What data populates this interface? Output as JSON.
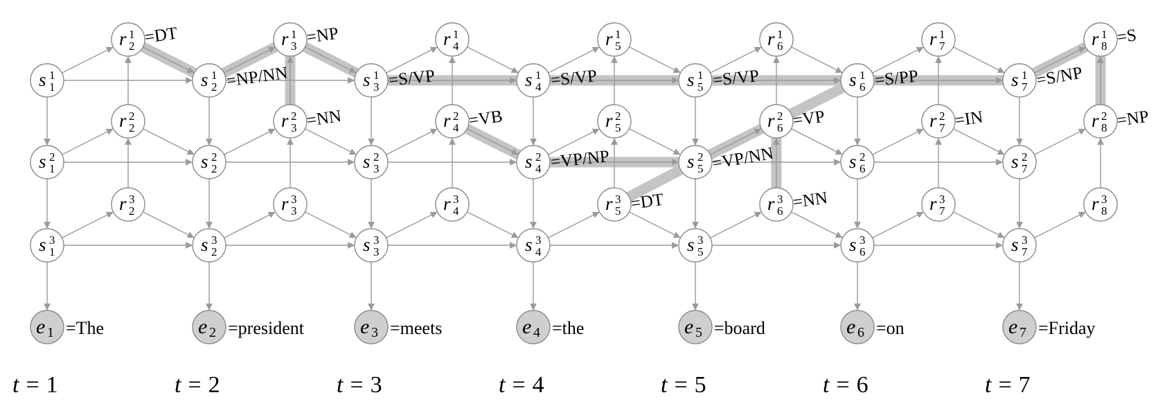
{
  "time_steps": [
    {
      "var": "t",
      "eq": "=",
      "value": "1"
    },
    {
      "var": "t",
      "eq": "=",
      "value": "2"
    },
    {
      "var": "t",
      "eq": "=",
      "value": "3"
    },
    {
      "var": "t",
      "eq": "=",
      "value": "4"
    },
    {
      "var": "t",
      "eq": "=",
      "value": "5"
    },
    {
      "var": "t",
      "eq": "=",
      "value": "6"
    },
    {
      "var": "t",
      "eq": "=",
      "value": "7"
    }
  ],
  "observations": [
    {
      "letter": "e",
      "sub": "1",
      "word": "=The"
    },
    {
      "letter": "e",
      "sub": "2",
      "word": "=president"
    },
    {
      "letter": "e",
      "sub": "3",
      "word": "=meets"
    },
    {
      "letter": "e",
      "sub": "4",
      "word": "=the"
    },
    {
      "letter": "e",
      "sub": "5",
      "word": "=board"
    },
    {
      "letter": "e",
      "sub": "6",
      "word": "=on"
    },
    {
      "letter": "e",
      "sub": "7",
      "word": "=Friday"
    }
  ],
  "state_nodes": [
    {
      "letter": "s",
      "sub": "1",
      "sup": "1"
    },
    {
      "letter": "s",
      "sub": "1",
      "sup": "2"
    },
    {
      "letter": "s",
      "sub": "1",
      "sup": "3"
    },
    {
      "letter": "s",
      "sub": "2",
      "sup": "1"
    },
    {
      "letter": "s",
      "sub": "2",
      "sup": "2"
    },
    {
      "letter": "s",
      "sub": "2",
      "sup": "3"
    },
    {
      "letter": "s",
      "sub": "3",
      "sup": "1"
    },
    {
      "letter": "s",
      "sub": "3",
      "sup": "2"
    },
    {
      "letter": "s",
      "sub": "3",
      "sup": "3"
    },
    {
      "letter": "s",
      "sub": "4",
      "sup": "1"
    },
    {
      "letter": "s",
      "sub": "4",
      "sup": "2"
    },
    {
      "letter": "s",
      "sub": "4",
      "sup": "3"
    },
    {
      "letter": "s",
      "sub": "5",
      "sup": "1"
    },
    {
      "letter": "s",
      "sub": "5",
      "sup": "2"
    },
    {
      "letter": "s",
      "sub": "5",
      "sup": "3"
    },
    {
      "letter": "s",
      "sub": "6",
      "sup": "1"
    },
    {
      "letter": "s",
      "sub": "6",
      "sup": "2"
    },
    {
      "letter": "s",
      "sub": "6",
      "sup": "3"
    },
    {
      "letter": "s",
      "sub": "7",
      "sup": "1"
    },
    {
      "letter": "s",
      "sub": "7",
      "sup": "2"
    },
    {
      "letter": "s",
      "sub": "7",
      "sup": "3"
    }
  ],
  "reduce_nodes": [
    {
      "letter": "r",
      "sub": "2",
      "sup": "1"
    },
    {
      "letter": "r",
      "sub": "2",
      "sup": "2"
    },
    {
      "letter": "r",
      "sub": "2",
      "sup": "3"
    },
    {
      "letter": "r",
      "sub": "3",
      "sup": "1"
    },
    {
      "letter": "r",
      "sub": "3",
      "sup": "2"
    },
    {
      "letter": "r",
      "sub": "3",
      "sup": "3"
    },
    {
      "letter": "r",
      "sub": "4",
      "sup": "1"
    },
    {
      "letter": "r",
      "sub": "4",
      "sup": "2"
    },
    {
      "letter": "r",
      "sub": "4",
      "sup": "3"
    },
    {
      "letter": "r",
      "sub": "5",
      "sup": "1"
    },
    {
      "letter": "r",
      "sub": "5",
      "sup": "2"
    },
    {
      "letter": "r",
      "sub": "5",
      "sup": "3"
    },
    {
      "letter": "r",
      "sub": "6",
      "sup": "1"
    },
    {
      "letter": "r",
      "sub": "6",
      "sup": "2"
    },
    {
      "letter": "r",
      "sub": "6",
      "sup": "3"
    },
    {
      "letter": "r",
      "sub": "7",
      "sup": "1"
    },
    {
      "letter": "r",
      "sub": "7",
      "sup": "2"
    },
    {
      "letter": "r",
      "sub": "7",
      "sup": "3"
    },
    {
      "letter": "r",
      "sub": "8",
      "sup": "1"
    },
    {
      "letter": "r",
      "sub": "8",
      "sup": "2"
    },
    {
      "letter": "r",
      "sub": "8",
      "sup": "3"
    }
  ],
  "tag_labels": [
    "=DT",
    "=NP/NN",
    "=NP",
    "=NN",
    "=S/VP",
    "=VB",
    "=S/VP",
    "=VP/NP",
    "=S/VP",
    "=VP/NN",
    "=DT",
    "=S/PP",
    "=VP",
    "=NN",
    "=S/NP",
    "=IN",
    "=S",
    "=NP"
  ],
  "colors": {
    "highlight_path": "#c4c4c4",
    "edge": "#9a9a9a",
    "node_border": "#8a8a8a",
    "observed_fill": "#cfcfcf"
  }
}
